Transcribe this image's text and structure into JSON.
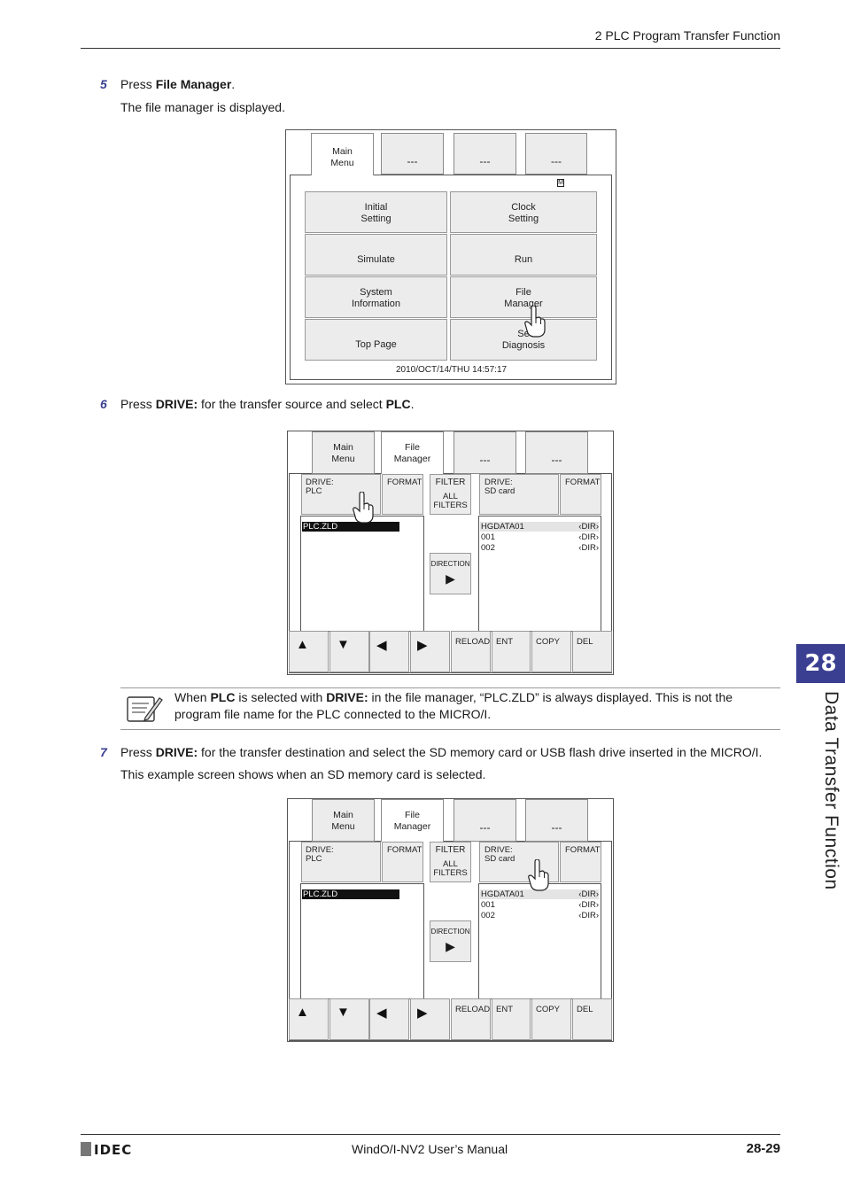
{
  "header": {
    "section_title": "2 PLC Program Transfer Function"
  },
  "footer": {
    "logo": "IDEC",
    "manual": "WindO/I-NV2 User’s Manual",
    "page": "28-29"
  },
  "chapter": {
    "number": "28",
    "title": "Data Transfer Function",
    "tab_color": "#3a3f91"
  },
  "step5": {
    "num": "5",
    "pre": "Press ",
    "bold": "File Manager",
    "post": ".",
    "desc": "The file manager is displayed."
  },
  "screen1": {
    "tabs": [
      "Main\nMenu",
      "---",
      "---",
      "---"
    ],
    "sd_icon": "M",
    "buttons": [
      "Initial\nSetting",
      "Clock\nSetting",
      "Simulate",
      "Run",
      "System\nInformation",
      "File\nManager",
      "Top Page",
      "Se\nDiagnosis"
    ],
    "clock": "2010/OCT/14/THU  14:57:17"
  },
  "step6": {
    "num": "6",
    "pre": "Press ",
    "bold1": "DRIVE:",
    "mid": " for the transfer source and select ",
    "bold2": "PLC",
    "post": "."
  },
  "file_manager": {
    "tabs": [
      "Main\nMenu",
      "File\nManager",
      "---",
      "---"
    ],
    "drive_left": "DRIVE:\nPLC",
    "format": "FORMAT",
    "filter": "FILTER",
    "all_filters": "ALL\nFILTERS",
    "drive_right": "DRIVE:\nSD  card",
    "left_list": [
      "PLC.ZLD"
    ],
    "right_list": [
      {
        "name": "HGDATA01",
        "type": "‹DIR›"
      },
      {
        "name": "001",
        "type": "‹DIR›"
      },
      {
        "name": "002",
        "type": "‹DIR›"
      }
    ],
    "direction": "DIRECTION",
    "direction_arrow": "▶",
    "nav": [
      "▲",
      "▼",
      "◀",
      "▶",
      "RELOAD",
      "ENT",
      "COPY",
      "DEL"
    ]
  },
  "note": {
    "p1": "When ",
    "b1": "PLC",
    "p2": " is selected with ",
    "b2": "DRIVE:",
    "p3": " in the file manager, “PLC.ZLD” is always displayed. This is not the program file name for the PLC connected to the MICRO/I."
  },
  "step7": {
    "num": "7",
    "pre": "Press ",
    "bold": "DRIVE:",
    "post": " for the transfer destination and select the SD memory card or USB flash drive inserted in the MICRO/I.",
    "desc": "This example screen shows when an SD memory card is selected."
  }
}
